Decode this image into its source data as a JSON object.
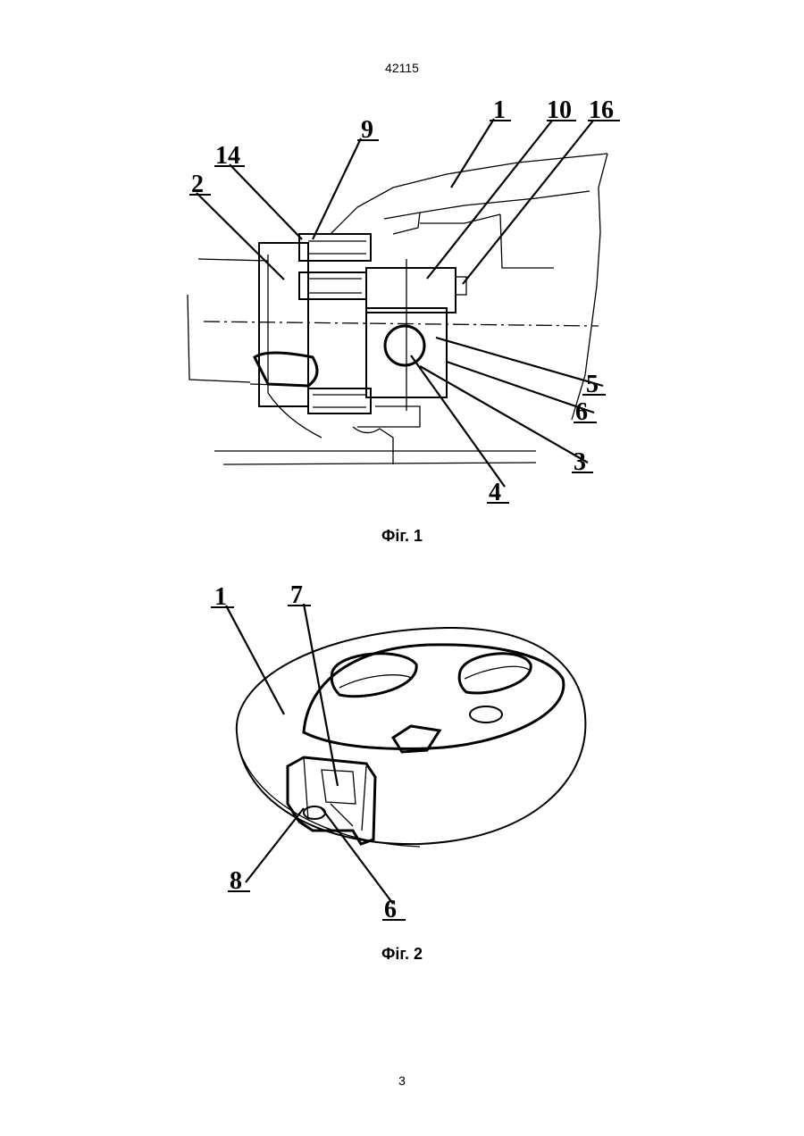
{
  "document": {
    "doc_number": "42115",
    "page_number": "3"
  },
  "figure1": {
    "caption": "Фіг. 1",
    "labels": [
      "1",
      "10",
      "16",
      "9",
      "14",
      "2",
      "5",
      "6",
      "3",
      "4"
    ]
  },
  "figure2": {
    "caption": "Фіг. 2",
    "labels": [
      "1",
      "7",
      "8",
      "6"
    ]
  }
}
